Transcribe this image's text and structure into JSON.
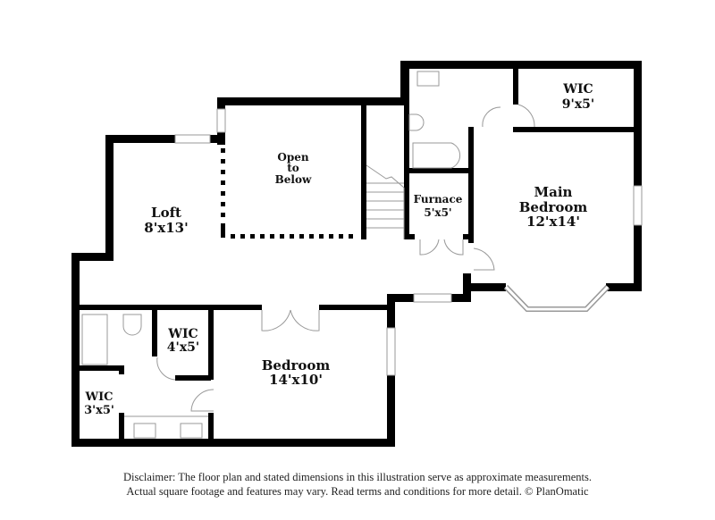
{
  "floor_plan": {
    "rooms": [
      {
        "id": "wic-main",
        "name": "WIC",
        "dims": "9'x5'"
      },
      {
        "id": "open-to-below",
        "name": "Open to Below",
        "lines": [
          "Open",
          "to",
          "Below"
        ]
      },
      {
        "id": "loft",
        "name": "Loft",
        "dims": "8'x13'"
      },
      {
        "id": "furnace",
        "name": "Furnace",
        "dims": "5'x5'"
      },
      {
        "id": "main-bedroom",
        "name": "Main Bedroom",
        "lines": [
          "Main",
          "Bedroom"
        ],
        "dims": "12'x14'"
      },
      {
        "id": "wic-4x5",
        "name": "WIC",
        "dims": "4'x5'"
      },
      {
        "id": "bedroom",
        "name": "Bedroom",
        "dims": "14'x10'"
      },
      {
        "id": "wic-3x5",
        "name": "WIC",
        "dims": "3'x5'"
      }
    ],
    "colors": {
      "wall": "#000000",
      "fixture": "#9a9a9a",
      "background": "#ffffff"
    }
  },
  "disclaimer": {
    "line1": "Disclaimer: The floor plan and stated dimensions in this illustration serve as approximate measurements.",
    "line2": "Actual square footage and features may vary. Read terms and conditions for more detail. © PlanOmatic"
  }
}
